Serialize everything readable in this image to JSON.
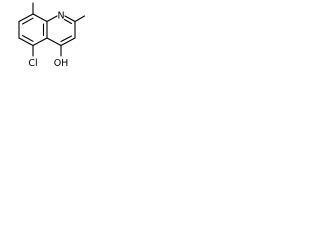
{
  "molecule": {
    "atom_labels": {
      "nitrogen": "N",
      "chlorine": "Cl",
      "hydroxyl": "OH"
    }
  }
}
